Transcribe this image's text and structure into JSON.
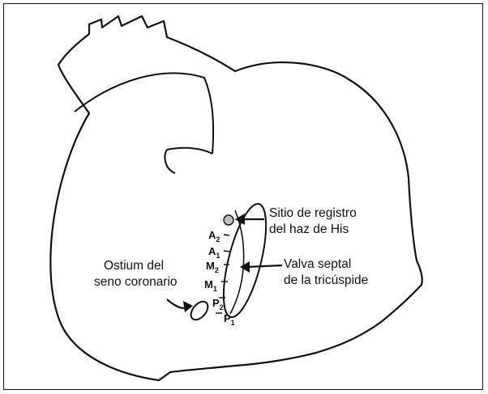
{
  "labels": {
    "his_site_line1": "Sitio de registro",
    "his_site_line2": "del haz de His",
    "septal_valve_line1": "Valva septal",
    "septal_valve_line2": "de la tricúspide",
    "ostium_line1": "Ostium del",
    "ostium_line2": "seno coronario"
  },
  "segments": [
    {
      "letter": "A",
      "sub": "2"
    },
    {
      "letter": "A",
      "sub": "1"
    },
    {
      "letter": "M",
      "sub": "2"
    },
    {
      "letter": "M",
      "sub": "1"
    },
    {
      "letter": "P",
      "sub": "2"
    },
    {
      "letter": "P",
      "sub": "1"
    }
  ],
  "colors": {
    "stroke": "#111111",
    "background": "#ffffff",
    "his_site_fill": "#bdbdbd"
  }
}
